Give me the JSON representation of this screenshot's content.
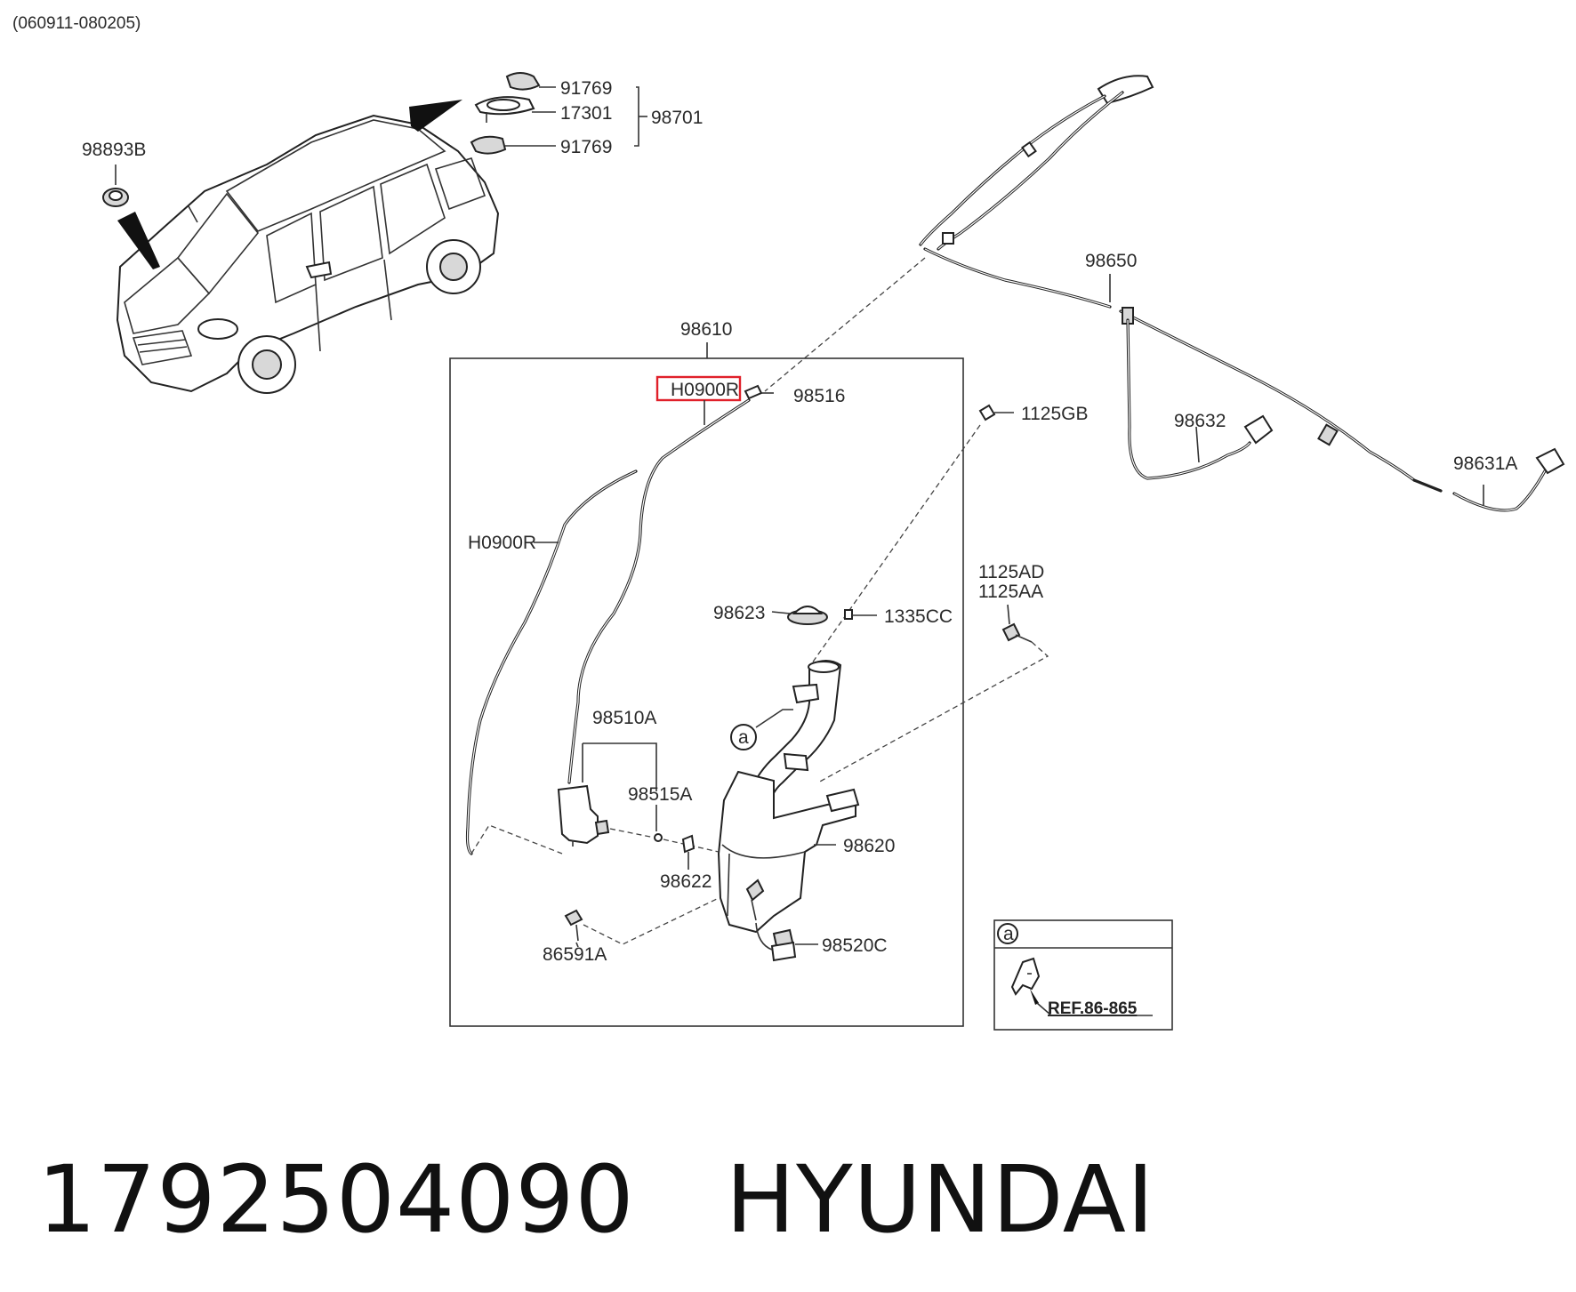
{
  "revision_code": "(060911-080205)",
  "part_labels": {
    "p98893b": "98893B",
    "p91769_top": "91769",
    "p17301": "17301",
    "p91769_bottom": "91769",
    "p98701": "98701",
    "p98650": "98650",
    "p98610": "98610",
    "p98516": "98516",
    "p1125gb": "1125GB",
    "p98632": "98632",
    "p98631a": "98631A",
    "h0900r_top": "H0900R",
    "h0900r_left": "H0900R",
    "p1125ad": "1125AD",
    "p1125aa": "1125AA",
    "p98623": "98623",
    "p1335cc": "1335CC",
    "p98510a": "98510A",
    "p98515a": "98515A",
    "p98620": "98620",
    "p98622": "98622",
    "p86591a": "86591A",
    "p98520c": "98520C",
    "callout_a": "a"
  },
  "inset": {
    "marker": "a",
    "reference": "REF.86-865"
  },
  "footer": {
    "part_number": "1792504090",
    "brand": "HYUNDAI"
  },
  "highlight_color": "#e0202a"
}
